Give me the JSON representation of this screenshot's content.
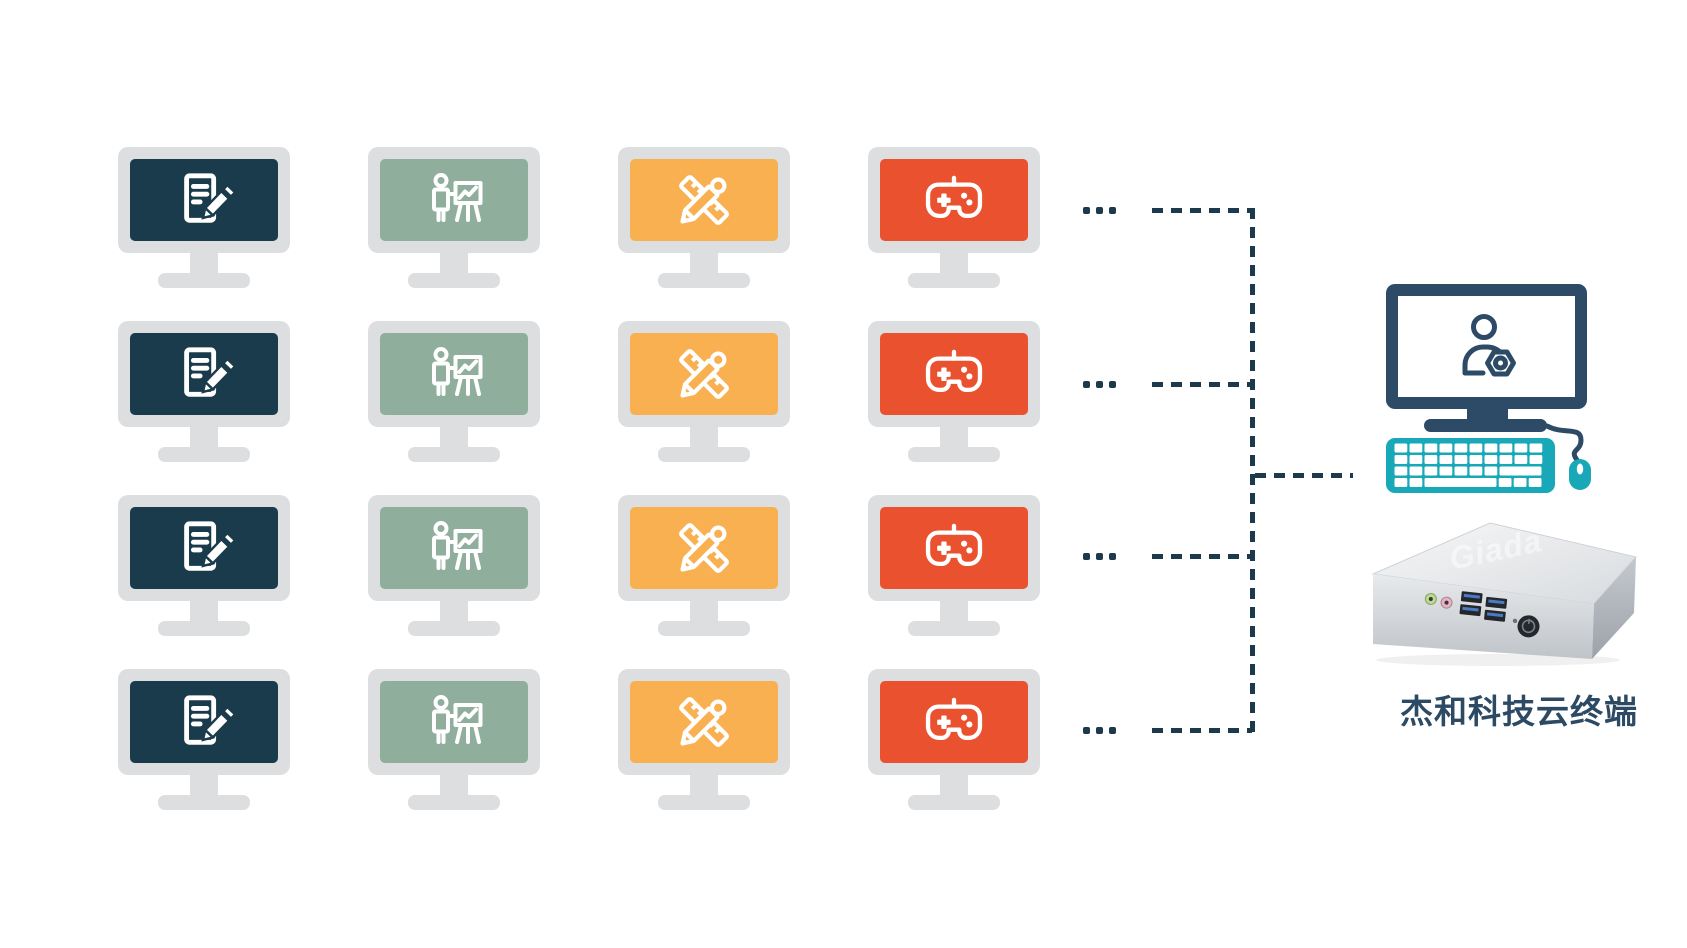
{
  "monitor_grid": {
    "rows": 4,
    "ellipsis_dots": 3,
    "columns": [
      {
        "id": "documents",
        "icon": "document-edit-icon",
        "screen_color": "#1A3B4C"
      },
      {
        "id": "presentation",
        "icon": "presentation-icon",
        "screen_color": "#8FAE9C"
      },
      {
        "id": "design",
        "icon": "design-tools-icon",
        "screen_color": "#F8B050"
      },
      {
        "id": "gaming",
        "icon": "gamepad-icon",
        "screen_color": "#E9512F"
      }
    ]
  },
  "colors": {
    "bezel": "#DCDEE0",
    "connector": "#1C3A4B",
    "admin_navy": "#2D4B66",
    "terminal_teal": "#18A8B8",
    "label_navy": "#2C4A63",
    "icon_white": "#FFFFFF"
  },
  "admin_station": {
    "icon": "user-gear-icon"
  },
  "cloud_terminal": {
    "device_logo": "Giada",
    "label": "杰和科技云终端"
  }
}
